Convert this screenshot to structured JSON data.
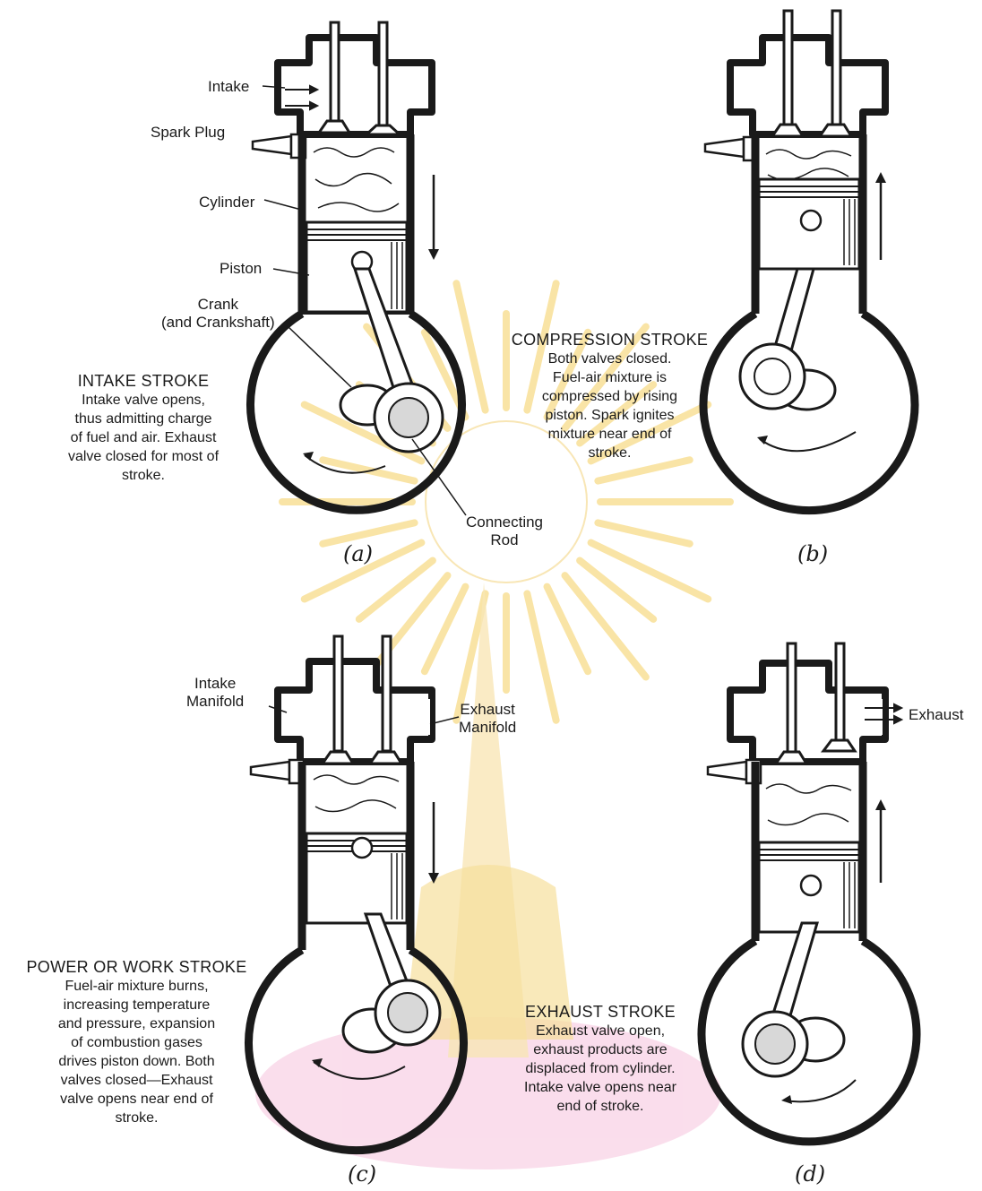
{
  "colors": {
    "ink": "#1a1a1a",
    "watermark_gold": "#f0c44a",
    "watermark_pink": "#ef9cc7"
  },
  "labels": {
    "intake": "Intake",
    "spark_plug": "Spark Plug",
    "cylinder": "Cylinder",
    "piston": "Piston",
    "crank": "Crank\n(and Crankshaft)",
    "connecting_rod": "Connecting\nRod",
    "intake_manifold": "Intake\nManifold",
    "exhaust_manifold": "Exhaust\nManifold",
    "exhaust": "Exhaust"
  },
  "strokes": [
    {
      "title": "INTAKE STROKE",
      "text": "Intake valve opens,\nthus admitting charge\nof fuel and air. Exhaust\nvalve closed for most of\nstroke.",
      "sub": "(a)"
    },
    {
      "title": "COMPRESSION STROKE",
      "text": "Both valves closed.\nFuel-air mixture is\ncompressed by rising\npiston. Spark ignites\nmixture near end of\nstroke.",
      "sub": "(b)"
    },
    {
      "title": "POWER OR WORK STROKE",
      "text": "Fuel-air mixture burns,\nincreasing temperature\nand pressure, expansion\nof combustion gases\ndrives piston down. Both\nvalves closed—Exhaust\nvalve opens near end of\nstroke.",
      "sub": "(c)"
    },
    {
      "title": "EXHAUST STROKE",
      "text": "Exhaust valve open,\nexhaust products are\ndisplaced from cylinder.\nIntake valve opens near\nend of stroke.",
      "sub": "(d)"
    }
  ]
}
